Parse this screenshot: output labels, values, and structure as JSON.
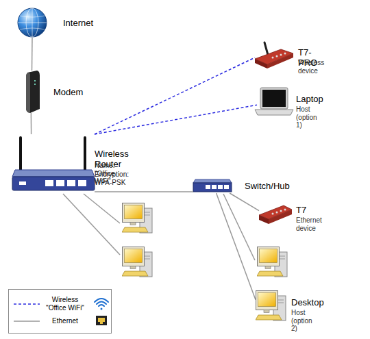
{
  "diagram": {
    "nodes": [
      {
        "text": [
          "Internet"
        ]
      },
      {
        "text": [
          "Modem"
        ]
      },
      {
        "text": [
          "Wireless Router",
          "Name: \"Office WiFi\"",
          "Encryption: WPA-PSK"
        ]
      },
      {
        "text": [
          "T7-PRO",
          "Wireless device"
        ]
      },
      {
        "text": [
          "Laptop",
          "Host (option 1)"
        ]
      },
      {
        "text": [
          "Switch/Hub"
        ]
      },
      {
        "text": [
          "T7",
          "Ethernet device"
        ]
      },
      {
        "text": [
          "Desktop",
          "Host (option 2)"
        ]
      }
    ],
    "edges": [
      {
        "from": 0,
        "to": 1,
        "arrow": "none"
      },
      {
        "from": 1,
        "to": 2,
        "arrow": "none"
      },
      {
        "from": 2,
        "to": 3,
        "arrow": "none"
      },
      {
        "from": 2,
        "to": 4,
        "arrow": "none"
      },
      {
        "from": 2,
        "to": 5,
        "arrow": "none"
      },
      {
        "from": 5,
        "to": 6,
        "arrow": "none"
      },
      {
        "from": 5,
        "to": 7,
        "arrow": "none"
      }
    ],
    "legend": [
      {
        "text": "Wireless \"Office WiFi\""
      },
      {
        "text": "Ethernet"
      }
    ]
  }
}
